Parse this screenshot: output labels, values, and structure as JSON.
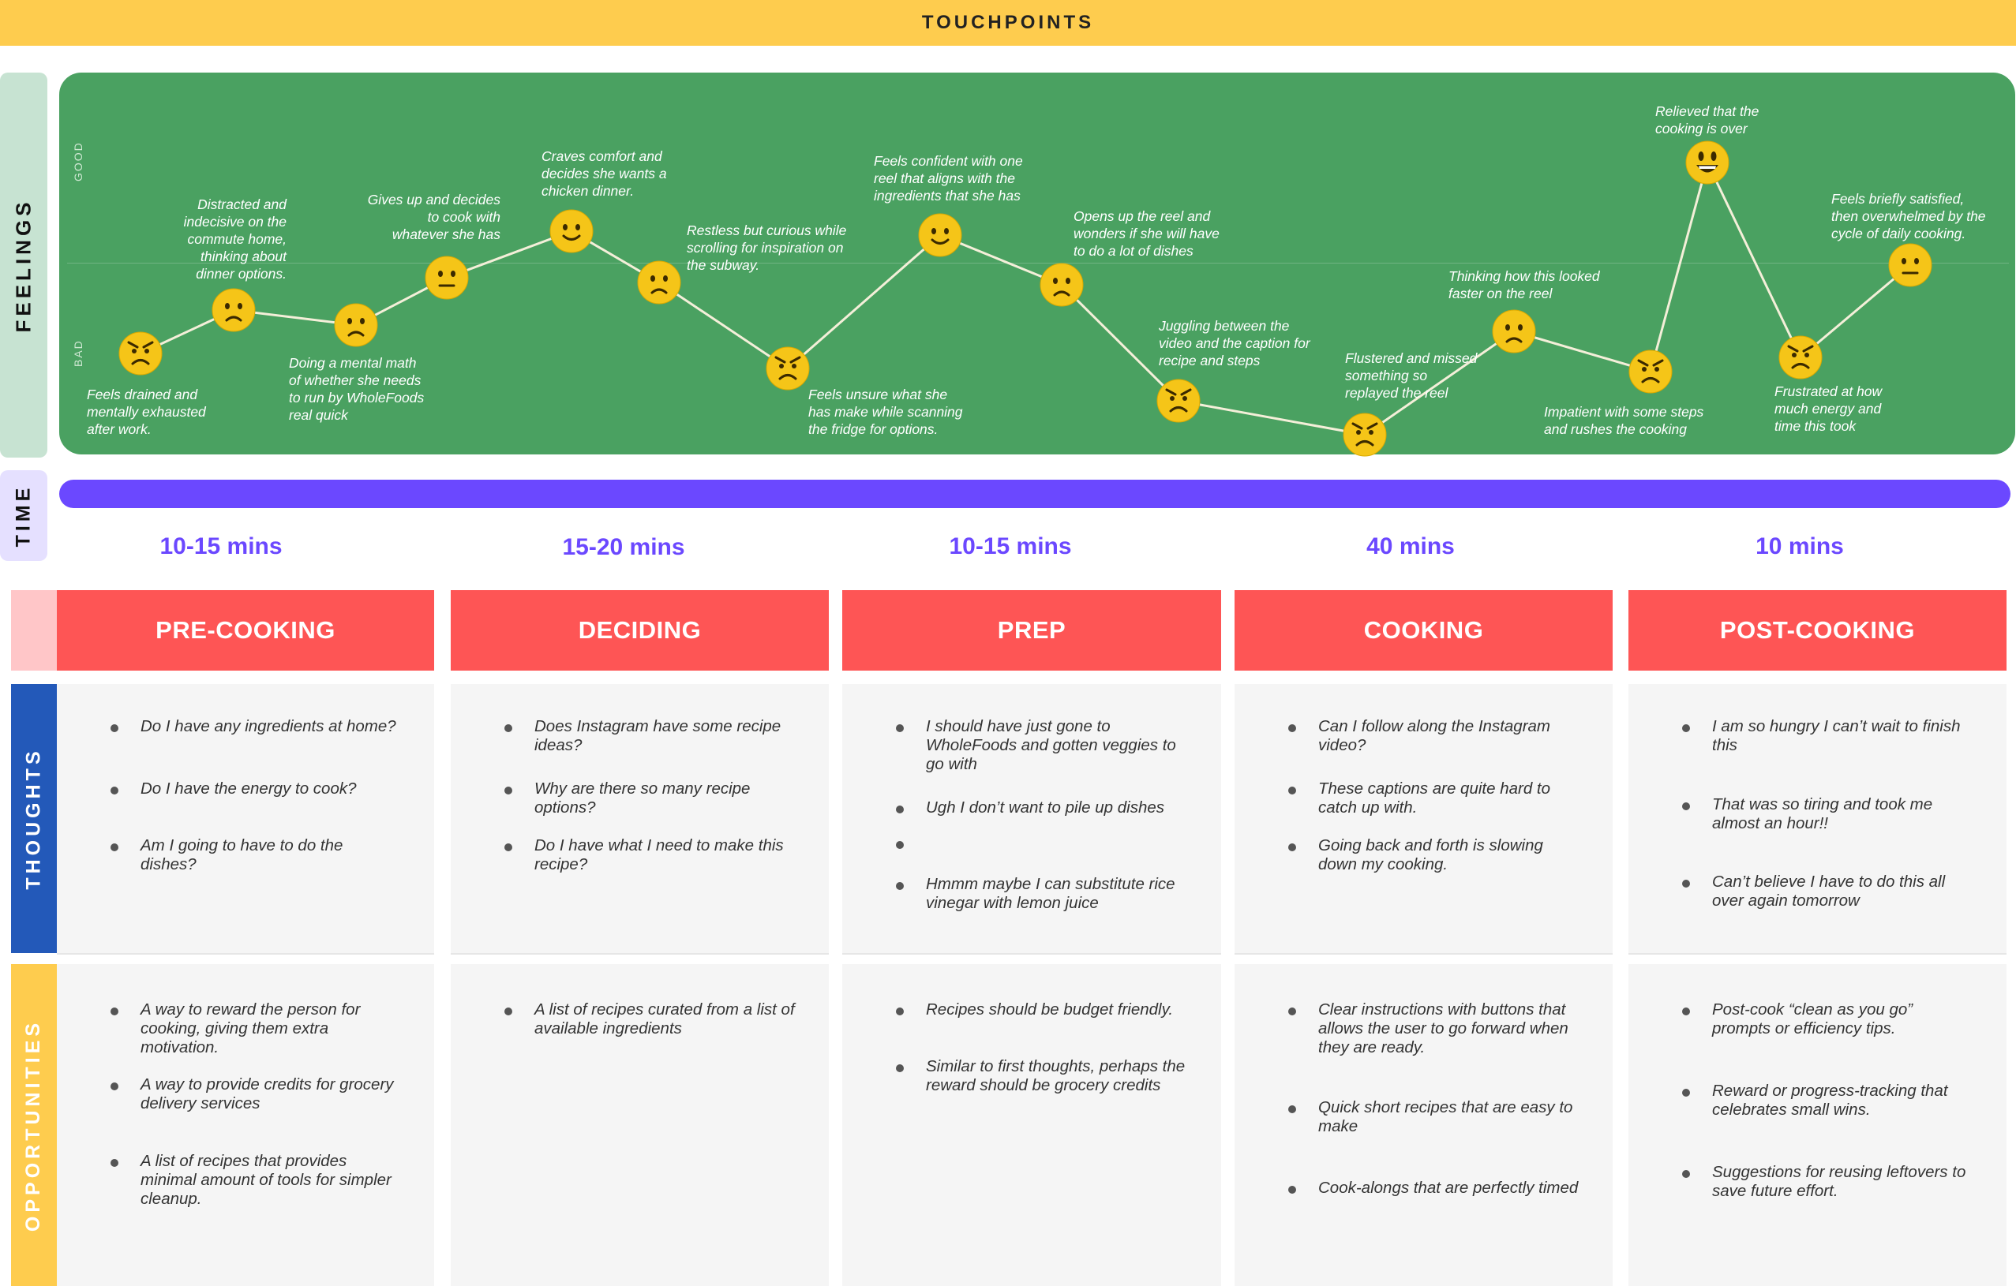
{
  "header": {
    "title": "TOUCHPOINTS"
  },
  "rows": {
    "feelings": "FEELINGS",
    "time": "TIME",
    "thoughts": "THOUGHTS",
    "opportunities": "OPPORTUNITIES"
  },
  "axis": {
    "good": "GOOD",
    "bad": "BAD"
  },
  "colors": {
    "topbar": "#fecc4e",
    "feelings_panel": "#4aa161",
    "time_bar": "#6b48ff",
    "stage_header": "#fe5555",
    "thoughts_accent": "#2359b9",
    "opportunities_accent": "#fecc4e",
    "face": "#f5c518"
  },
  "feelings": [
    {
      "mood": "angry",
      "note": "Feels drained and\nmentally exhausted\nafter work."
    },
    {
      "mood": "sad",
      "note": "Distracted and\nindecisive on the\ncommute home,\nthinking about\ndinner options."
    },
    {
      "mood": "sad",
      "note": "Doing a mental math\nof whether she needs\nto run by WholeFoods\nreal quick"
    },
    {
      "mood": "neutral",
      "note": "Gives up and decides\nto cook with\nwhatever she has"
    },
    {
      "mood": "happy",
      "note": "Craves comfort and\ndecides she wants a\nchicken dinner."
    },
    {
      "mood": "sad",
      "note": "Restless but curious while\nscrolling for inspiration on\nthe subway."
    },
    {
      "mood": "angry",
      "note": "Feels unsure what she\nhas make while scanning\nthe fridge for options."
    },
    {
      "mood": "happy",
      "note": "Feels confident with one\nreel that aligns with the\ningredients that she has"
    },
    {
      "mood": "sad",
      "note": "Opens up the reel and\nwonders if she will have\nto do a lot of dishes"
    },
    {
      "mood": "angry",
      "note": "Juggling between the\nvideo and the caption for\nrecipe and steps"
    },
    {
      "mood": "angry",
      "note": "Flustered and missed\nsomething so\nreplayed the reel"
    },
    {
      "mood": "sad",
      "note": "Thinking how this looked\nfaster on the reel"
    },
    {
      "mood": "angry",
      "note": "Impatient with some steps\nand rushes the cooking"
    },
    {
      "mood": "grin",
      "note": "Relieved that the\ncooking is over"
    },
    {
      "mood": "angry",
      "note": "Frustrated at how\nmuch energy and\ntime this took"
    },
    {
      "mood": "neutral",
      "note": "Feels briefly satisfied,\nthen overwhelmed by the\ncycle of daily cooking."
    }
  ],
  "stages": [
    {
      "name": "PRE-COOKING",
      "duration": "10-15 mins",
      "thoughts": [
        "Do I have any ingredients at home?",
        "Do I have the energy to cook?",
        "Am I going to have to do the dishes?"
      ],
      "opportunities": [
        "A way to reward the person for cooking, giving them extra motivation.",
        "A way to provide credits for grocery delivery services",
        "A list of recipes that provides minimal amount of tools for simpler cleanup."
      ]
    },
    {
      "name": "DECIDING",
      "duration": "15-20 mins",
      "thoughts": [
        "Does Instagram have some recipe ideas?",
        "Why are there so many recipe options?",
        "Do I have what I need to make this recipe?"
      ],
      "opportunities": [
        "A list of recipes curated from a list of available ingredients"
      ]
    },
    {
      "name": "PREP",
      "duration": "10-15 mins",
      "thoughts": [
        "I should have just gone to WholeFoods and gotten veggies to go with",
        "Ugh I don’t want to pile up dishes",
        "Hmmm maybe I can substitute rice vinegar with lemon juice"
      ],
      "opportunities": [
        "Recipes should be budget friendly.",
        "Similar to first thoughts, perhaps the reward should be grocery credits"
      ]
    },
    {
      "name": "COOKING",
      "duration": "40 mins",
      "thoughts": [
        "Can I follow along the Instagram video?",
        "These captions are quite hard to catch up with.",
        "Going back and forth is slowing down my cooking."
      ],
      "opportunities": [
        "Clear instructions with buttons that allows the user to go forward when they are ready.",
        "Quick short recipes that are easy to make",
        "Cook-alongs that are perfectly timed"
      ]
    },
    {
      "name": "POST-COOKING",
      "duration": "10 mins",
      "thoughts": [
        "I am so hungry I can’t wait to finish this",
        "That was so tiring and took me almost an hour!!",
        "Can’t believe I have to do this all over again tomorrow"
      ],
      "opportunities": [
        "Post-cook “clean as you go” prompts or efficiency tips.",
        "Reward or progress-tracking that celebrates small wins.",
        "Suggestions for reusing leftovers to save future effort."
      ]
    }
  ]
}
